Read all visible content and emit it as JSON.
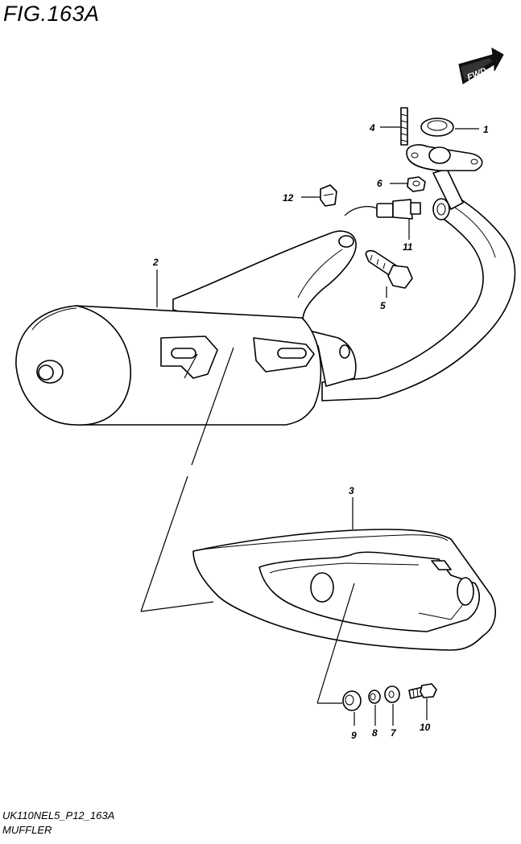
{
  "figure_title": "FIG.163A",
  "fwd_label": "FWD",
  "part_numbers": {
    "p1": "1",
    "p2": "2",
    "p3": "3",
    "p4": "4",
    "p5": "5",
    "p6": "6",
    "p7": "7",
    "p8": "8",
    "p9": "9",
    "p10": "10",
    "p11": "11",
    "p12": "12"
  },
  "footer": {
    "drawing_code": "UK110NEL5_P12_163A",
    "section_name": "MUFFLER"
  }
}
